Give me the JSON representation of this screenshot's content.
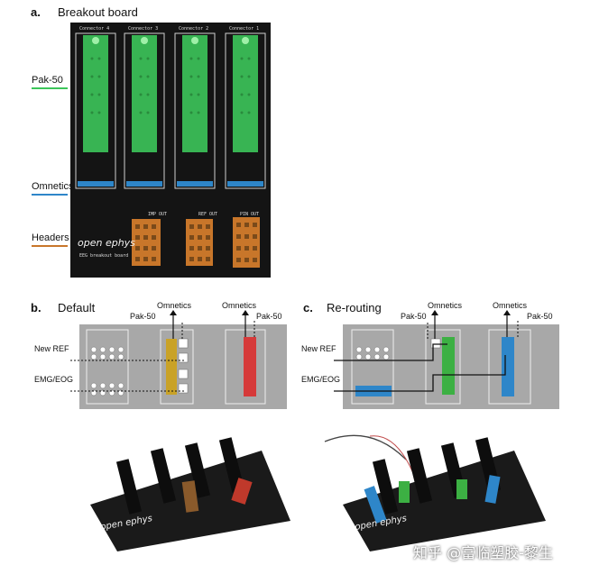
{
  "panel_a": {
    "letter": "a.",
    "title": "Breakout board",
    "connectors": [
      "Connector 4",
      "Connector 3",
      "Connector 2",
      "Connector 1"
    ],
    "legend": [
      {
        "label": "Pak-50",
        "color": "#3cc55a"
      },
      {
        "label": "Omnetics",
        "color": "#2e86c9"
      },
      {
        "label": "Headers",
        "color": "#c8762a"
      }
    ],
    "board_labels": {
      "imp_out": "IMP OUT",
      "ref_out": "REF OUT",
      "pin_out": "PIN OUT",
      "brand": "open ephys",
      "subtitle": "EEG breakout board"
    }
  },
  "panel_b": {
    "letter": "b.",
    "title": "Default",
    "labels": {
      "omnetics_left": "Omnetics",
      "omnetics_right": "Omnetics",
      "pak50_left": "Pak-50",
      "pak50_right": "Pak-50",
      "new_ref": "New REF",
      "emg_eog": "EMG/EOG"
    },
    "highlight_colors": {
      "ref": "#c9a227",
      "pin": "#d63a3a"
    }
  },
  "panel_c": {
    "letter": "c.",
    "title": "Re-routing",
    "labels": {
      "omnetics_left": "Omnetics",
      "omnetics_right": "Omnetics",
      "pak50_left": "Pak-50",
      "pak50_right": "Pak-50",
      "new_ref": "New REF",
      "emg_eog": "EMG/EOG"
    },
    "highlight_colors": {
      "ref": "#3cb043",
      "pin": "#2e86c9",
      "imp": "#2e86c9"
    }
  },
  "watermark": "知乎 @富临塑胶-黎生"
}
